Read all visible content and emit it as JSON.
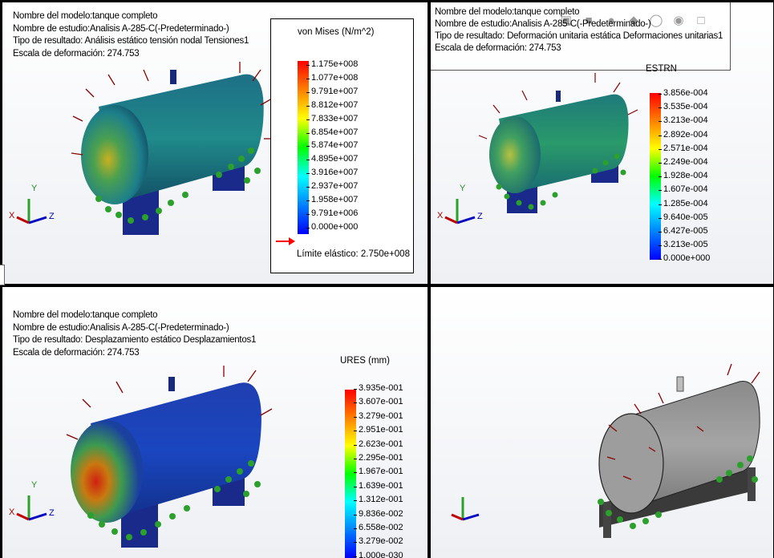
{
  "viewports": [
    {
      "id": "vp1",
      "info": {
        "model": "Nombre del modelo:tanque completo",
        "study": "Nombre de estudio:Analisis A-285-C(-Predeterminado-)",
        "result": "Tipo de resultado: Análisis estático tensión nodal Tensiones1",
        "scale": "Escala de deformación: 274.753"
      },
      "legend": {
        "title": "von Mises (N/m^2)",
        "labels": [
          "1.175e+008",
          "1.077e+008",
          "9.791e+007",
          "8.812e+007",
          "7.833e+007",
          "6.854e+007",
          "5.874e+007",
          "4.895e+007",
          "3.916e+007",
          "2.937e+007",
          "1.958e+007",
          "9.791e+006",
          "0.000e+000"
        ],
        "yield_label": "Límite elástico: 2.750e+008"
      }
    },
    {
      "id": "vp2",
      "info": {
        "model": "Nombre del modelo:tanque completo",
        "study": "Nombre de estudio:Analisis A-285-C(-Predeterminado-)",
        "result": "Tipo de resultado: Deformación unitaria estática Deformaciones unitarias1",
        "scale": "Escala de deformación: 274.753"
      },
      "legend": {
        "title": "ESTRN",
        "labels": [
          "3.856e-004",
          "3.535e-004",
          "3.213e-004",
          "2.892e-004",
          "2.571e-004",
          "2.249e-004",
          "1.928e-004",
          "1.607e-004",
          "1.285e-004",
          "9.640e-005",
          "6.427e-005",
          "3.213e-005",
          "0.000e+000"
        ]
      }
    },
    {
      "id": "vp3",
      "info": {
        "model": "Nombre del modelo:tanque completo",
        "study": "Nombre de estudio:Analisis A-285-C(-Predeterminado-)",
        "result": "Tipo de resultado: Desplazamiento estático Desplazamientos1",
        "scale": "Escala de deformación: 274.753"
      },
      "legend": {
        "title": "URES (mm)",
        "labels": [
          "3.935e-001",
          "3.607e-001",
          "3.279e-001",
          "2.951e-001",
          "2.623e-001",
          "2.295e-001",
          "1.967e-001",
          "1.639e-001",
          "1.312e-001",
          "9.836e-002",
          "6.558e-002",
          "3.279e-002",
          "1.000e-030"
        ]
      }
    },
    {
      "id": "vp4"
    }
  ],
  "triad": {
    "x": "X",
    "y": "Y",
    "z": "Z"
  },
  "colors": {
    "rainbow": [
      "#ff0000",
      "#ff8000",
      "#ffff00",
      "#00ff00",
      "#00ffff",
      "#0080ff",
      "#0000ff"
    ],
    "load_arrow": "#8b0000",
    "fixture": "#2ca02c",
    "yield_arrow": "#ff0000",
    "tank_stress": "#1f7a8c",
    "tank_gray": "#9a9a9a"
  },
  "toolbar_icons": [
    "view-orientation-icon",
    "display-style-icon",
    "hide-show-icon",
    "edit-appearance-icon",
    "scene-icon",
    "view-setting-icon",
    "display-pane-icon"
  ]
}
